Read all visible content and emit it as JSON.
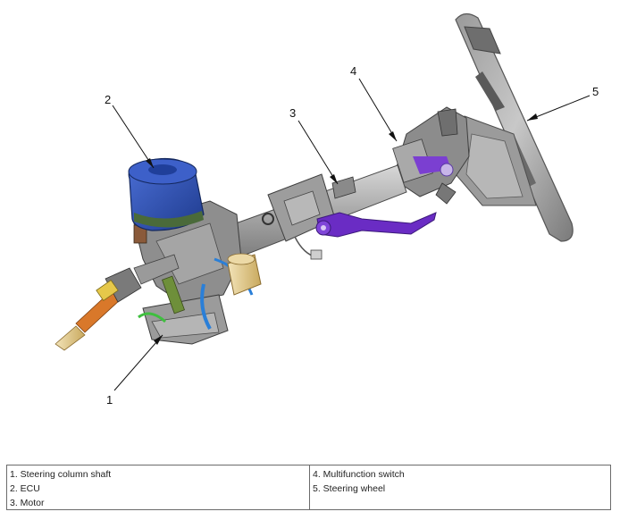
{
  "callouts": {
    "c1": "1",
    "c2": "2",
    "c3": "3",
    "c4": "4",
    "c5": "5"
  },
  "legend": {
    "left": [
      "1. Steering column shaft",
      "2. ECU",
      "3. Motor"
    ],
    "right": [
      "4. Multifunction switch",
      "5. Steering wheel"
    ]
  },
  "colors": {
    "ecu_blue": "#2e4fb0",
    "lever_purple": "#6a2cc4",
    "shaft_orange": "#d9782a",
    "green_hose": "#3fbf3f",
    "blue_hose": "#2a7fd8",
    "housing_gray": "#8a8a8a"
  }
}
